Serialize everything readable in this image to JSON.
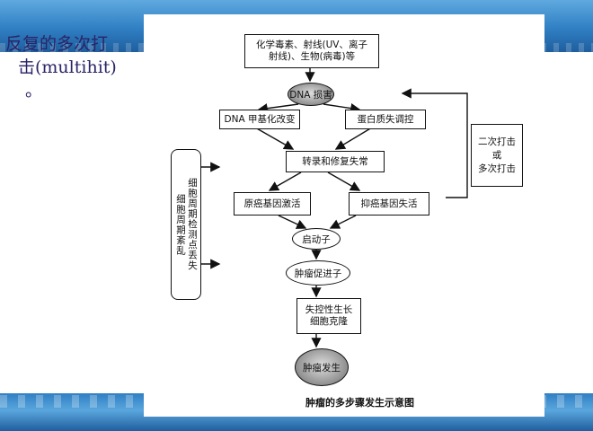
{
  "slide": {
    "text_line1": "反复的多次打",
    "text_line2": "击(multihit)",
    "text_line3": "。"
  },
  "diagram": {
    "top_box": [
      "化学毒素、射线(UV、离子",
      "射线)、生物(病毒)等"
    ],
    "dna_damage": "DNA 损害",
    "dna_methylation": "DNA 甲基化改变",
    "protein_dysregulation": "蛋白质失调控",
    "transcription_repair": "转录和修复失常",
    "oncogene": "原癌基因激活",
    "suppressor": "抑癌基因失活",
    "initiator": "启动子",
    "promoter": "肿瘤促进子",
    "uncontrolled_growth": [
      "失控性生长",
      "细胞克隆"
    ],
    "tumor": "肿瘤发生",
    "second_hit": [
      "二次打击",
      "或",
      "多次打击"
    ],
    "cell_cycle": [
      "细胞周期检测点丢失",
      "细胞周期紊乱"
    ],
    "caption": "肿瘤的多步骤发生示意图"
  }
}
